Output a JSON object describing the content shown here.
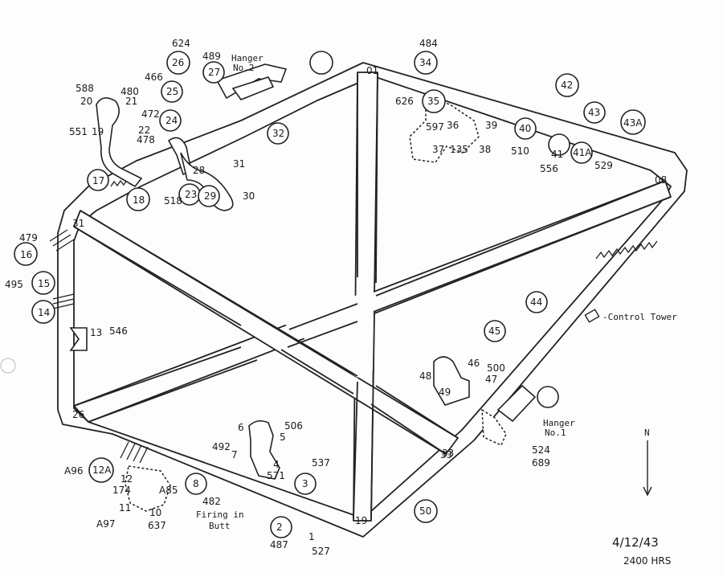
{
  "map": {
    "runway_labels": {
      "n01": "01",
      "n19": "19",
      "n08": "08",
      "n26": "26",
      "n31": "31",
      "n33": "33"
    },
    "hardstands": [
      "1",
      "2",
      "3",
      "4",
      "5",
      "6",
      "7",
      "8",
      "10",
      "11",
      "12",
      "12A",
      "13",
      "14",
      "15",
      "16",
      "17",
      "18",
      "19",
      "20",
      "21",
      "22",
      "23",
      "24",
      "25",
      "26",
      "27",
      "28",
      "29",
      "30",
      "31",
      "32",
      "33",
      "34",
      "35",
      "36",
      "37",
      "38",
      "39",
      "40",
      "41",
      "41A",
      "42",
      "43",
      "43A",
      "44",
      "45",
      "46",
      "47",
      "48",
      "49",
      "50"
    ],
    "aircraft_serials": [
      "484",
      "489",
      "466",
      "588",
      "480",
      "472",
      "478",
      "551",
      "626",
      "597",
      "135",
      "510",
      "556",
      "529",
      "624",
      "518",
      "479",
      "495",
      "546",
      "A96",
      "174",
      "A85",
      "A97",
      "637",
      "482",
      "492",
      "506",
      "537",
      "571",
      "487",
      "527",
      "500",
      "524",
      "689"
    ],
    "structures": {
      "hangar2": [
        "Hanger",
        "No.2"
      ],
      "hangar1": [
        "Hanger",
        "No.1"
      ],
      "control_tower": "-Control Tower",
      "firing_butt": [
        "Firing in",
        "Butt"
      ]
    },
    "north_label": "N",
    "date": "4/12/43",
    "time": "2400 HRS"
  }
}
